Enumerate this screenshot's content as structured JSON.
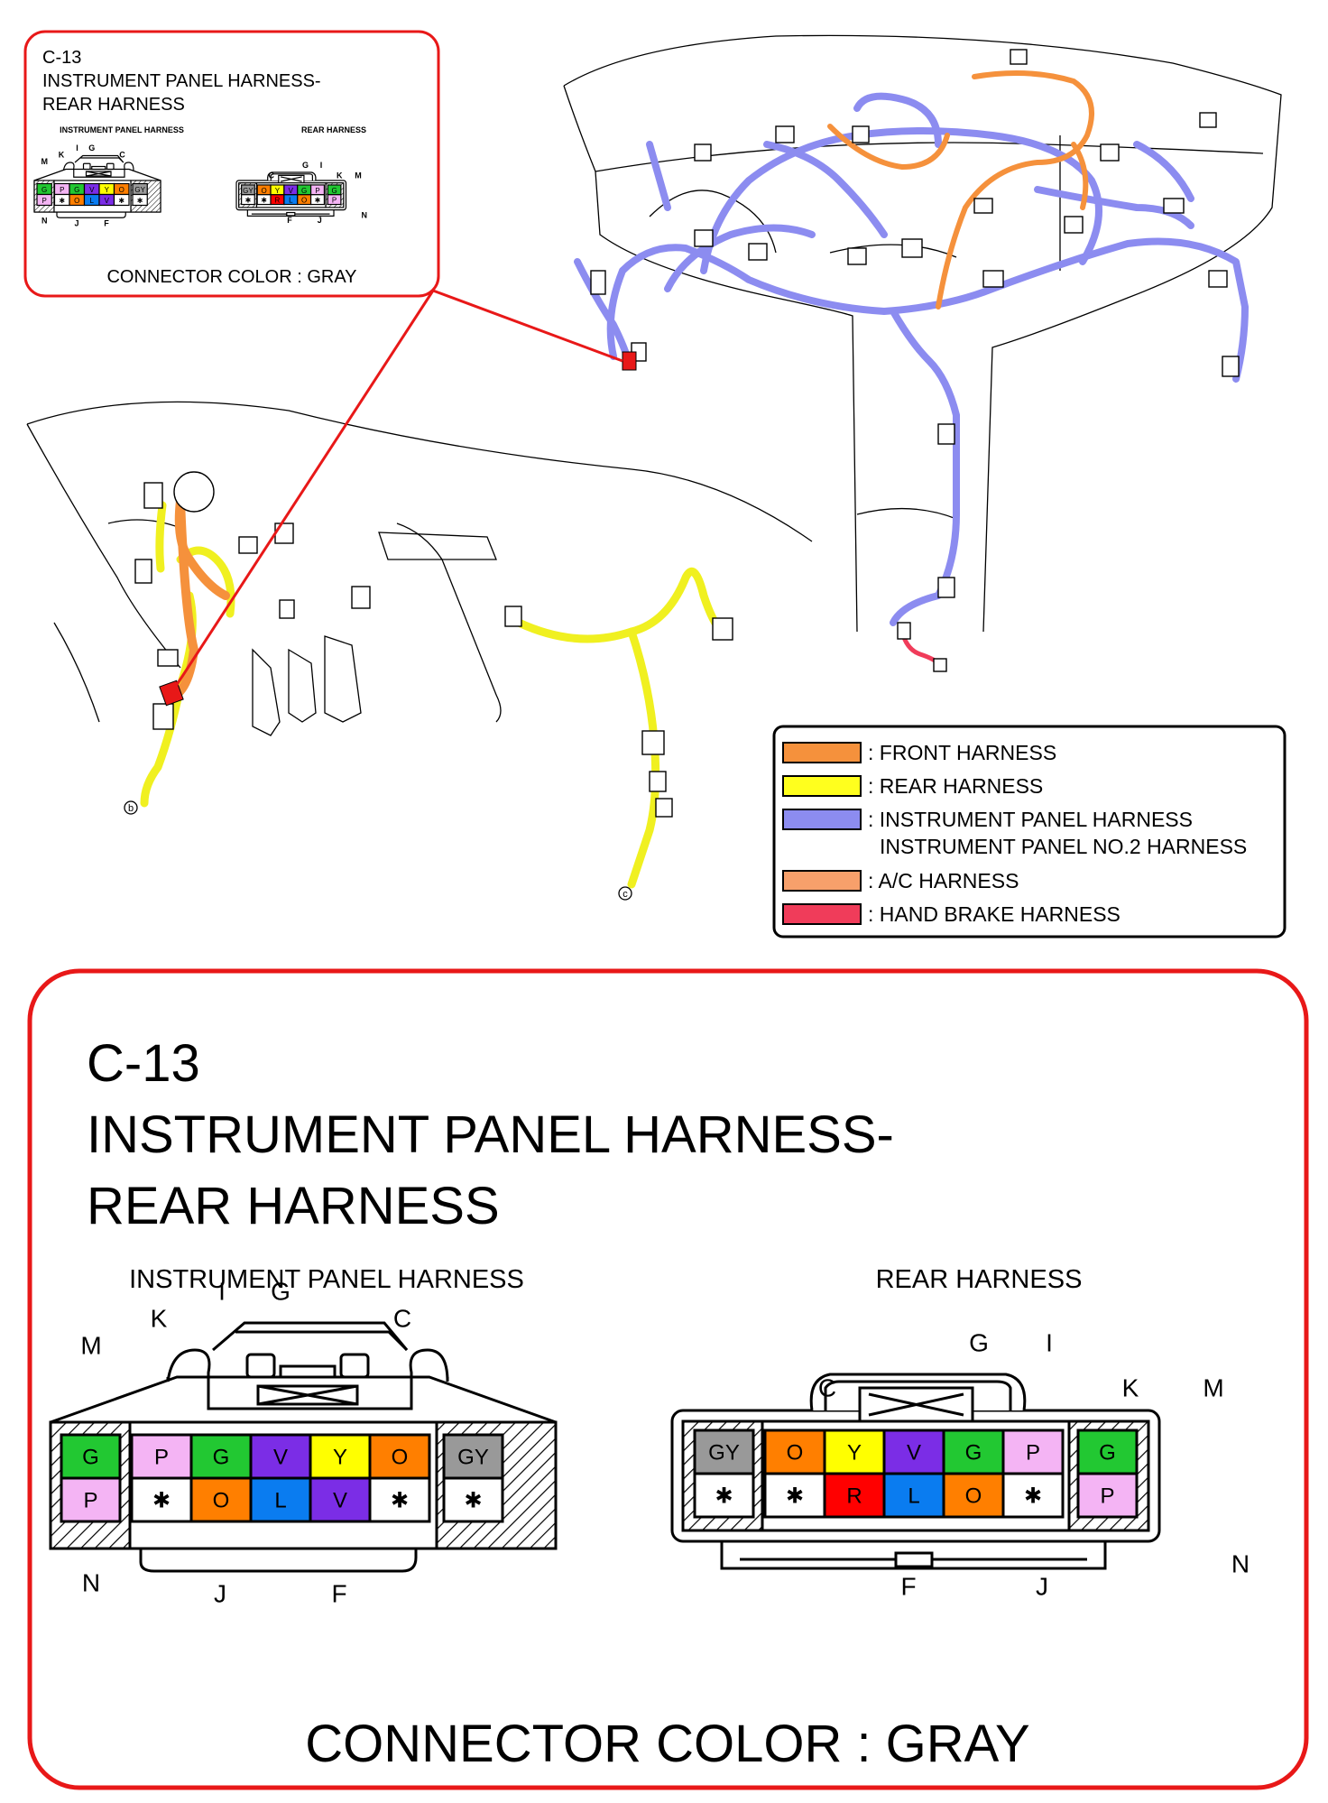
{
  "connector": {
    "id": "C-13",
    "title_line1": "INSTRUMENT PANEL HARNESS-",
    "title_line2": "REAR HARNESS",
    "left_label": "INSTRUMENT PANEL HARNESS",
    "right_label": "REAR HARNESS",
    "connector_color": "CONNECTOR COLOR : GRAY"
  },
  "callout": {
    "id": "C-13",
    "title_line1": "INSTRUMENT PANEL HARNESS-",
    "title_line2": "REAR HARNESS",
    "left_label": "INSTRUMENT PANEL HARNESS",
    "right_label": "REAR HARNESS",
    "connector_color": "CONNECTOR COLOR : GRAY"
  },
  "left_connector": {
    "letters": {
      "I": "I",
      "G": "G",
      "K": "K",
      "C": "C",
      "M": "M",
      "N": "N",
      "J": "J",
      "F": "F"
    },
    "left_cap": [
      "G",
      "P"
    ],
    "right_cap": [
      "GY",
      "*"
    ],
    "top_row": [
      "P",
      "G",
      "V",
      "Y",
      "O"
    ],
    "bottom_row": [
      "*",
      "O",
      "L",
      "V",
      "*"
    ]
  },
  "right_connector": {
    "letters": {
      "G": "G",
      "I": "I",
      "C": "C",
      "K": "K",
      "M": "M",
      "F": "F",
      "J": "J",
      "N": "N"
    },
    "left_cap": [
      "GY",
      "*"
    ],
    "right_cap": [
      "G",
      "P"
    ],
    "top_row": [
      "O",
      "Y",
      "V",
      "G",
      "P"
    ],
    "bottom_row": [
      "*",
      "R",
      "L",
      "O",
      "*"
    ]
  },
  "wire_colors": {
    "G": "#22c832",
    "P": "#f4b4f4",
    "V": "#7b2de6",
    "Y": "#ffff00",
    "O": "#ff7f00",
    "GY": "#999999",
    "L": "#0a7cf0",
    "R": "#ff0000",
    "*": "#ffffff"
  },
  "legend": [
    {
      "label": ": FRONT HARNESS",
      "color": "#f5913c"
    },
    {
      "label": ": REAR HARNESS",
      "color": "#ffff1e"
    },
    {
      "label": ": INSTRUMENT PANEL HARNESS",
      "label2": "INSTRUMENT PANEL NO.2 HARNESS",
      "color": "#8c8cf0"
    },
    {
      "label": ": A/C HARNESS",
      "color": "#f7a06b"
    },
    {
      "label": ": HAND BRAKE HARNESS",
      "color": "#f03c5a"
    }
  ],
  "markers": {
    "b": "b",
    "c": "c"
  },
  "harness_colors": {
    "front": "#f5913c",
    "rear": "#f0f020",
    "instrument": "#8c8cf0",
    "ac": "#f7a06b",
    "brake": "#f03c5a",
    "highlight": "#e81818"
  }
}
